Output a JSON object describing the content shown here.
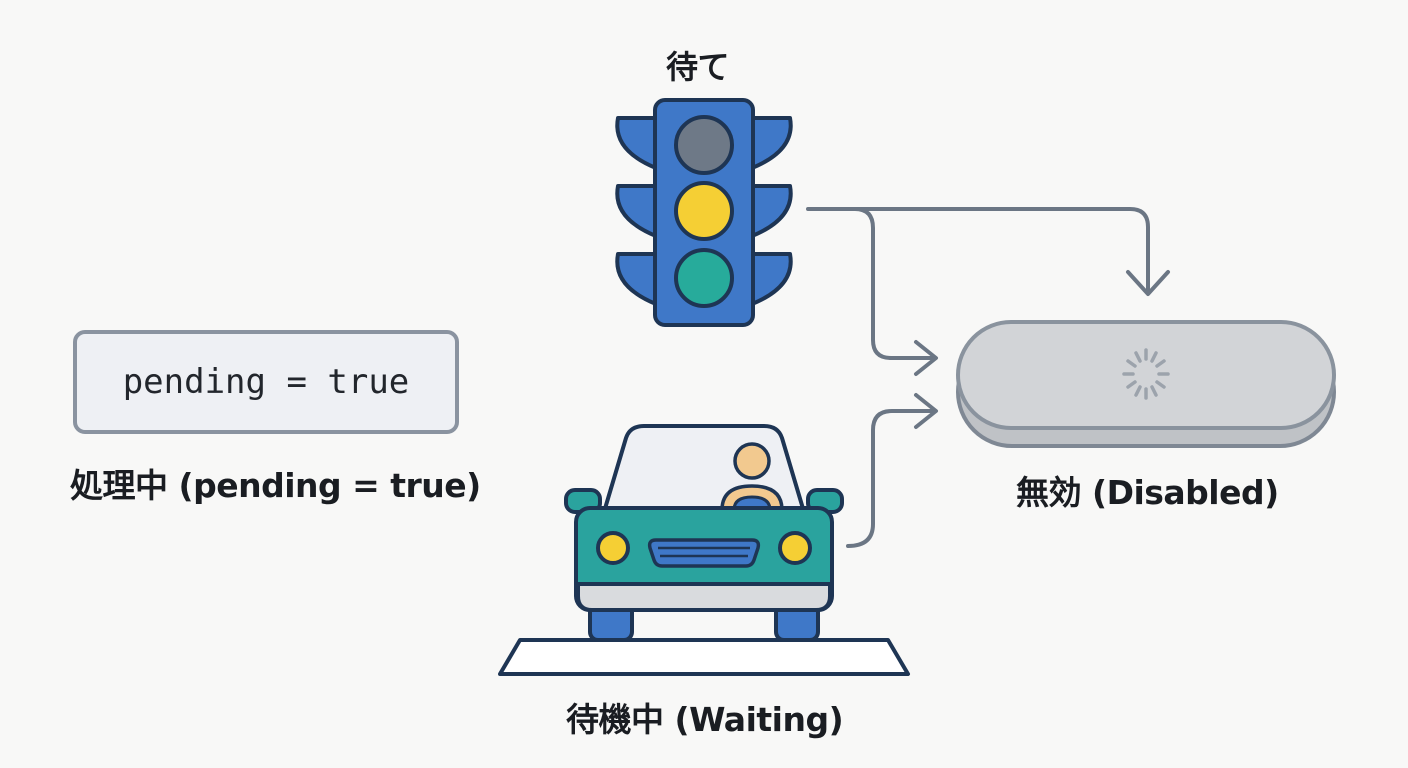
{
  "labels": {
    "wait": "待て",
    "pending_caption": "処理中 (pending = true)",
    "waiting_caption": "待機中 (Waiting)",
    "disabled_caption": "無効 (Disabled)"
  },
  "code_box": {
    "text": "pending = true"
  },
  "colors": {
    "traffic_light_body": "#3f78c8",
    "outline": "#1e3554",
    "light_off": "#6e7987",
    "light_yellow": "#f5cf34",
    "light_teal": "#27ab9b",
    "car_body": "#2aa39e",
    "arrow": "#6b7684",
    "disabled_button": "#cfd1d4"
  },
  "icons": [
    "traffic-light-icon",
    "car-icon",
    "driver-icon",
    "spinner-icon",
    "arrow-icon"
  ]
}
